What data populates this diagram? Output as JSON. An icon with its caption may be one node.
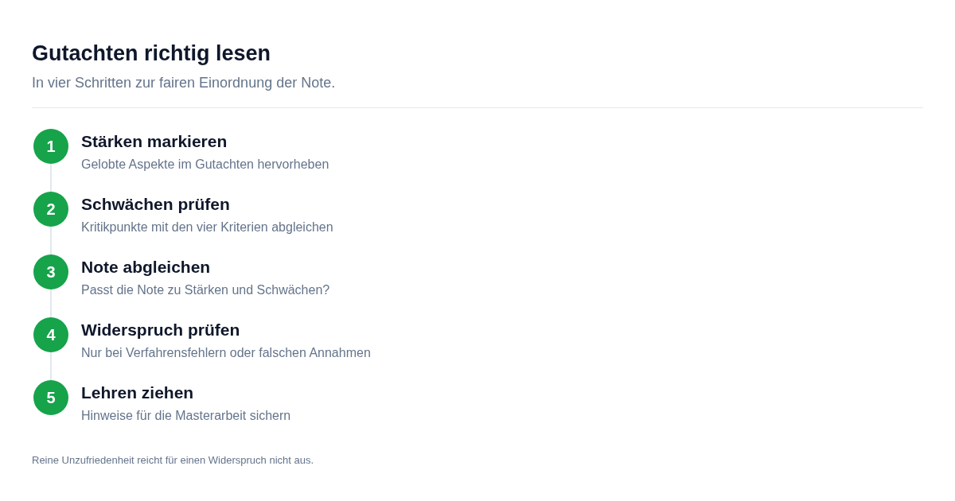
{
  "diagram": {
    "title": "Gutachten richtig lesen",
    "caption": "Reine Unzufriedenheit reicht für einen Widerspruch nicht aus.",
    "nodes": [
      {
        "text": [
          "1"
        ],
        "beside": [
          "Stärken markieren",
          "Gelobte Aspekte im Gutachten hervorheben"
        ]
      },
      {
        "text": [
          "2"
        ],
        "beside": [
          "Schwächen prüfen",
          "Kritikpunkte mit den vier Kriterien abgleichen"
        ]
      },
      {
        "text": [
          "3"
        ],
        "beside": [
          "Note abgleichen",
          "Passt die Note zu Stärken und Schwächen?"
        ]
      },
      {
        "text": [
          "4"
        ],
        "beside": [
          "Widerspruch prüfen",
          "Nur bei Verfahrensfehlern oder falschen Annahmen"
        ]
      },
      {
        "text": [
          "5"
        ],
        "beside": [
          "Lehren ziehen",
          "Hinweise für die Masterarbeit sichern"
        ]
      }
    ],
    "edges": [
      {
        "from": 0,
        "to": 1,
        "arrow": "none"
      },
      {
        "from": 1,
        "to": 2,
        "arrow": "none"
      },
      {
        "from": 2,
        "to": 3,
        "arrow": "none"
      },
      {
        "from": 3,
        "to": 4,
        "arrow": "none"
      }
    ],
    "labels": [
      "In vier Schritten zur fairen Einordnung der Note."
    ]
  }
}
